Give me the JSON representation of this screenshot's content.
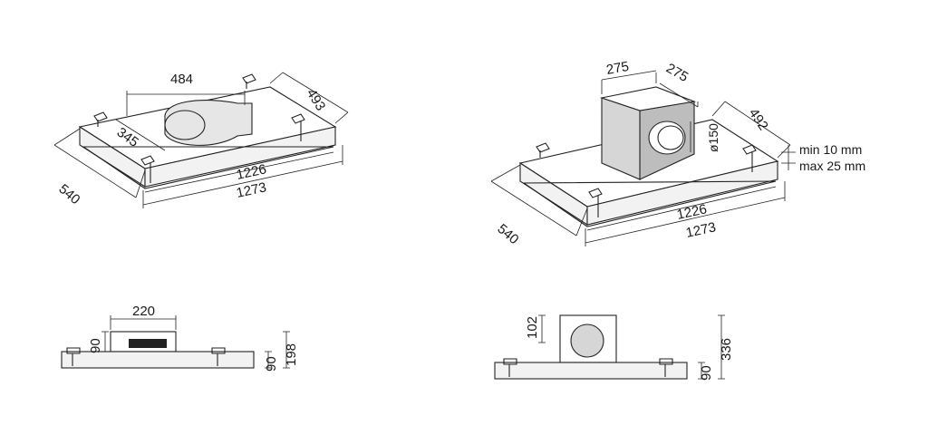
{
  "views": {
    "iso_left": {
      "dims": [
        "484",
        "493",
        "345",
        "540",
        "1226",
        "1273"
      ]
    },
    "iso_right": {
      "dims": [
        "275",
        "275",
        "492",
        "ø150",
        "540",
        "1226",
        "1273"
      ],
      "notes": [
        "min 10 mm",
        "max 25 mm"
      ]
    },
    "side_left": {
      "dims": [
        "220",
        "90",
        "90",
        "198"
      ]
    },
    "side_right": {
      "dims": [
        "102",
        "90",
        "336"
      ]
    }
  },
  "colors": {
    "line": "#222222",
    "motor_box": "#d6d6d6",
    "body": "#f2f2f2"
  }
}
